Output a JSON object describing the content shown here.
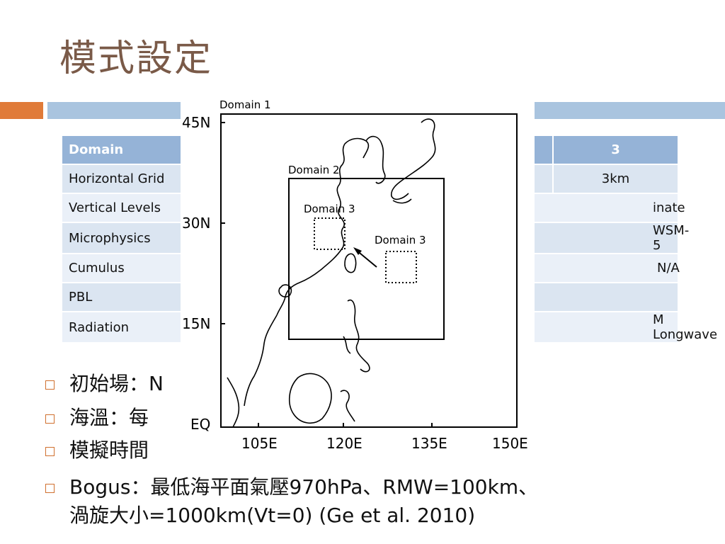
{
  "slide": {
    "title": "模式設定"
  },
  "table": {
    "header": [
      "Domain",
      "3"
    ],
    "rows": [
      {
        "label": "Horizontal Grid",
        "c3": "3km",
        "span": ""
      },
      {
        "label": "Vertical Levels",
        "c3": "",
        "span": "inate"
      },
      {
        "label": "Microphysics",
        "c3": "",
        "span": "WSM-5"
      },
      {
        "label": "Cumulus",
        "c3": "",
        "span": "N/A"
      },
      {
        "label": "PBL",
        "c3": "",
        "span": ""
      },
      {
        "label": "Radiation",
        "c3": "",
        "span": "M Longwave"
      }
    ]
  },
  "bullets": [
    "初始場：N",
    "海溫：每",
    "模擬時間",
    "Bogus：最低海平面氣壓970hPa、RMW=100km、",
    "渦旋大小=1000km(Vt=0) (Ge et al. 2010)"
  ],
  "map": {
    "labels": {
      "domain1": "Domain 1",
      "domain2": "Domain 2",
      "domain3_left": "Domain 3",
      "domain3_right": "Domain 3"
    },
    "lat_ticks": [
      "45N",
      "30N",
      "15N",
      "EQ"
    ],
    "lon_ticks": [
      "105E",
      "120E",
      "135E",
      "150E"
    ]
  }
}
